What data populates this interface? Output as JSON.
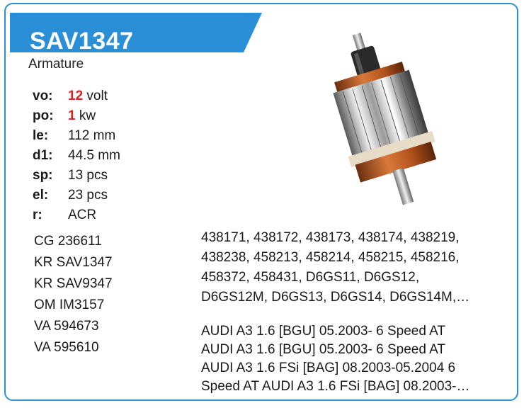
{
  "header": {
    "part_code": "SAV1347",
    "subtitle": "Armature",
    "accent_color": "#2a8fd6"
  },
  "specs": [
    {
      "key": "vo:",
      "num": "12",
      "unit": " volt"
    },
    {
      "key": "po:",
      "num": "1",
      "unit": " kw"
    },
    {
      "key": "le:",
      "num": "",
      "unit": "112 mm"
    },
    {
      "key": "d1:",
      "num": "",
      "unit": "44.5 mm"
    },
    {
      "key": "sp:",
      "num": "",
      "unit": "13 pcs"
    },
    {
      "key": "el:",
      "num": "",
      "unit": "23 pcs"
    },
    {
      "key": "r:",
      "num": "",
      "unit": "ACR"
    }
  ],
  "cross_refs": [
    "CG 236611",
    "KR SAV1347",
    "KR SAV9347",
    "OM IM3157",
    "VA 594673",
    "VA 595610"
  ],
  "oem_numbers": [
    "438171, 438172, 438173, 438174, 438219,",
    "438238, 458213, 458214, 458215, 458216,",
    "458372, 458431, D6GS11, D6GS12,",
    "D6GS12M, D6GS13, D6GS14, D6GS14M,…"
  ],
  "vehicles": [
    "AUDI A3 1.6 [BGU] 05.2003- 6 Speed AT",
    "AUDI A3 1.6 [BGU] 05.2003- 6 Speed AT",
    "AUDI A3 1.6 FSi [BAG] 08.2003-05.2004 6",
    "Speed AT AUDI A3 1.6 FSi [BAG] 08.2003-…"
  ],
  "image": {
    "icon": "armature-product-photo"
  }
}
